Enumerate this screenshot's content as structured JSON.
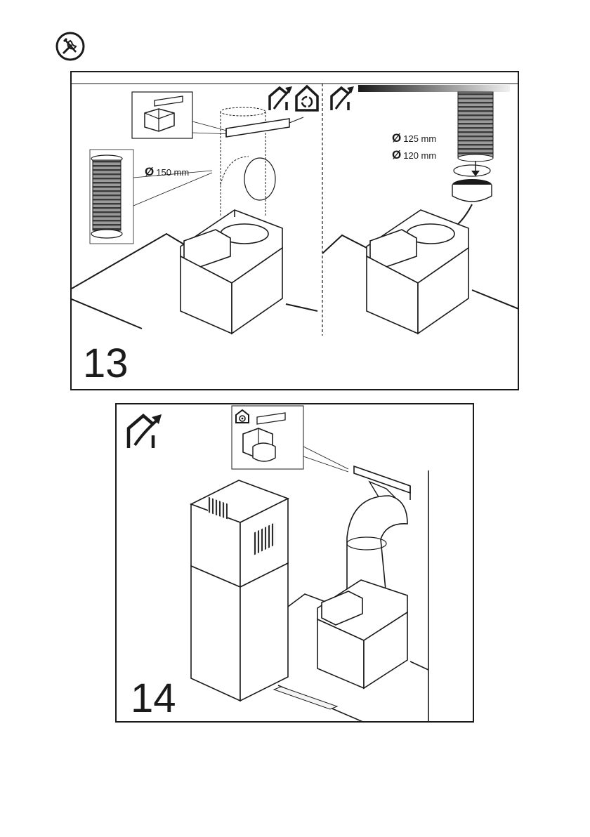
{
  "steps": [
    {
      "number": "13",
      "dimensions": [
        {
          "symbol": "Ø",
          "value": "150 mm"
        },
        {
          "symbol": "Ø",
          "value": "125 mm"
        },
        {
          "symbol": "Ø",
          "value": "120 mm"
        }
      ],
      "mode_icons": [
        "house-ducted-icon",
        "house-recirculation-icon",
        "house-ducted-icon"
      ]
    },
    {
      "number": "14",
      "mode_icons": [
        "house-ducted-icon",
        "recirculation-filter-icon"
      ]
    }
  ],
  "header_icon": "tools-icon",
  "colors": {
    "line": "#1a1a1a",
    "background": "#ffffff"
  }
}
